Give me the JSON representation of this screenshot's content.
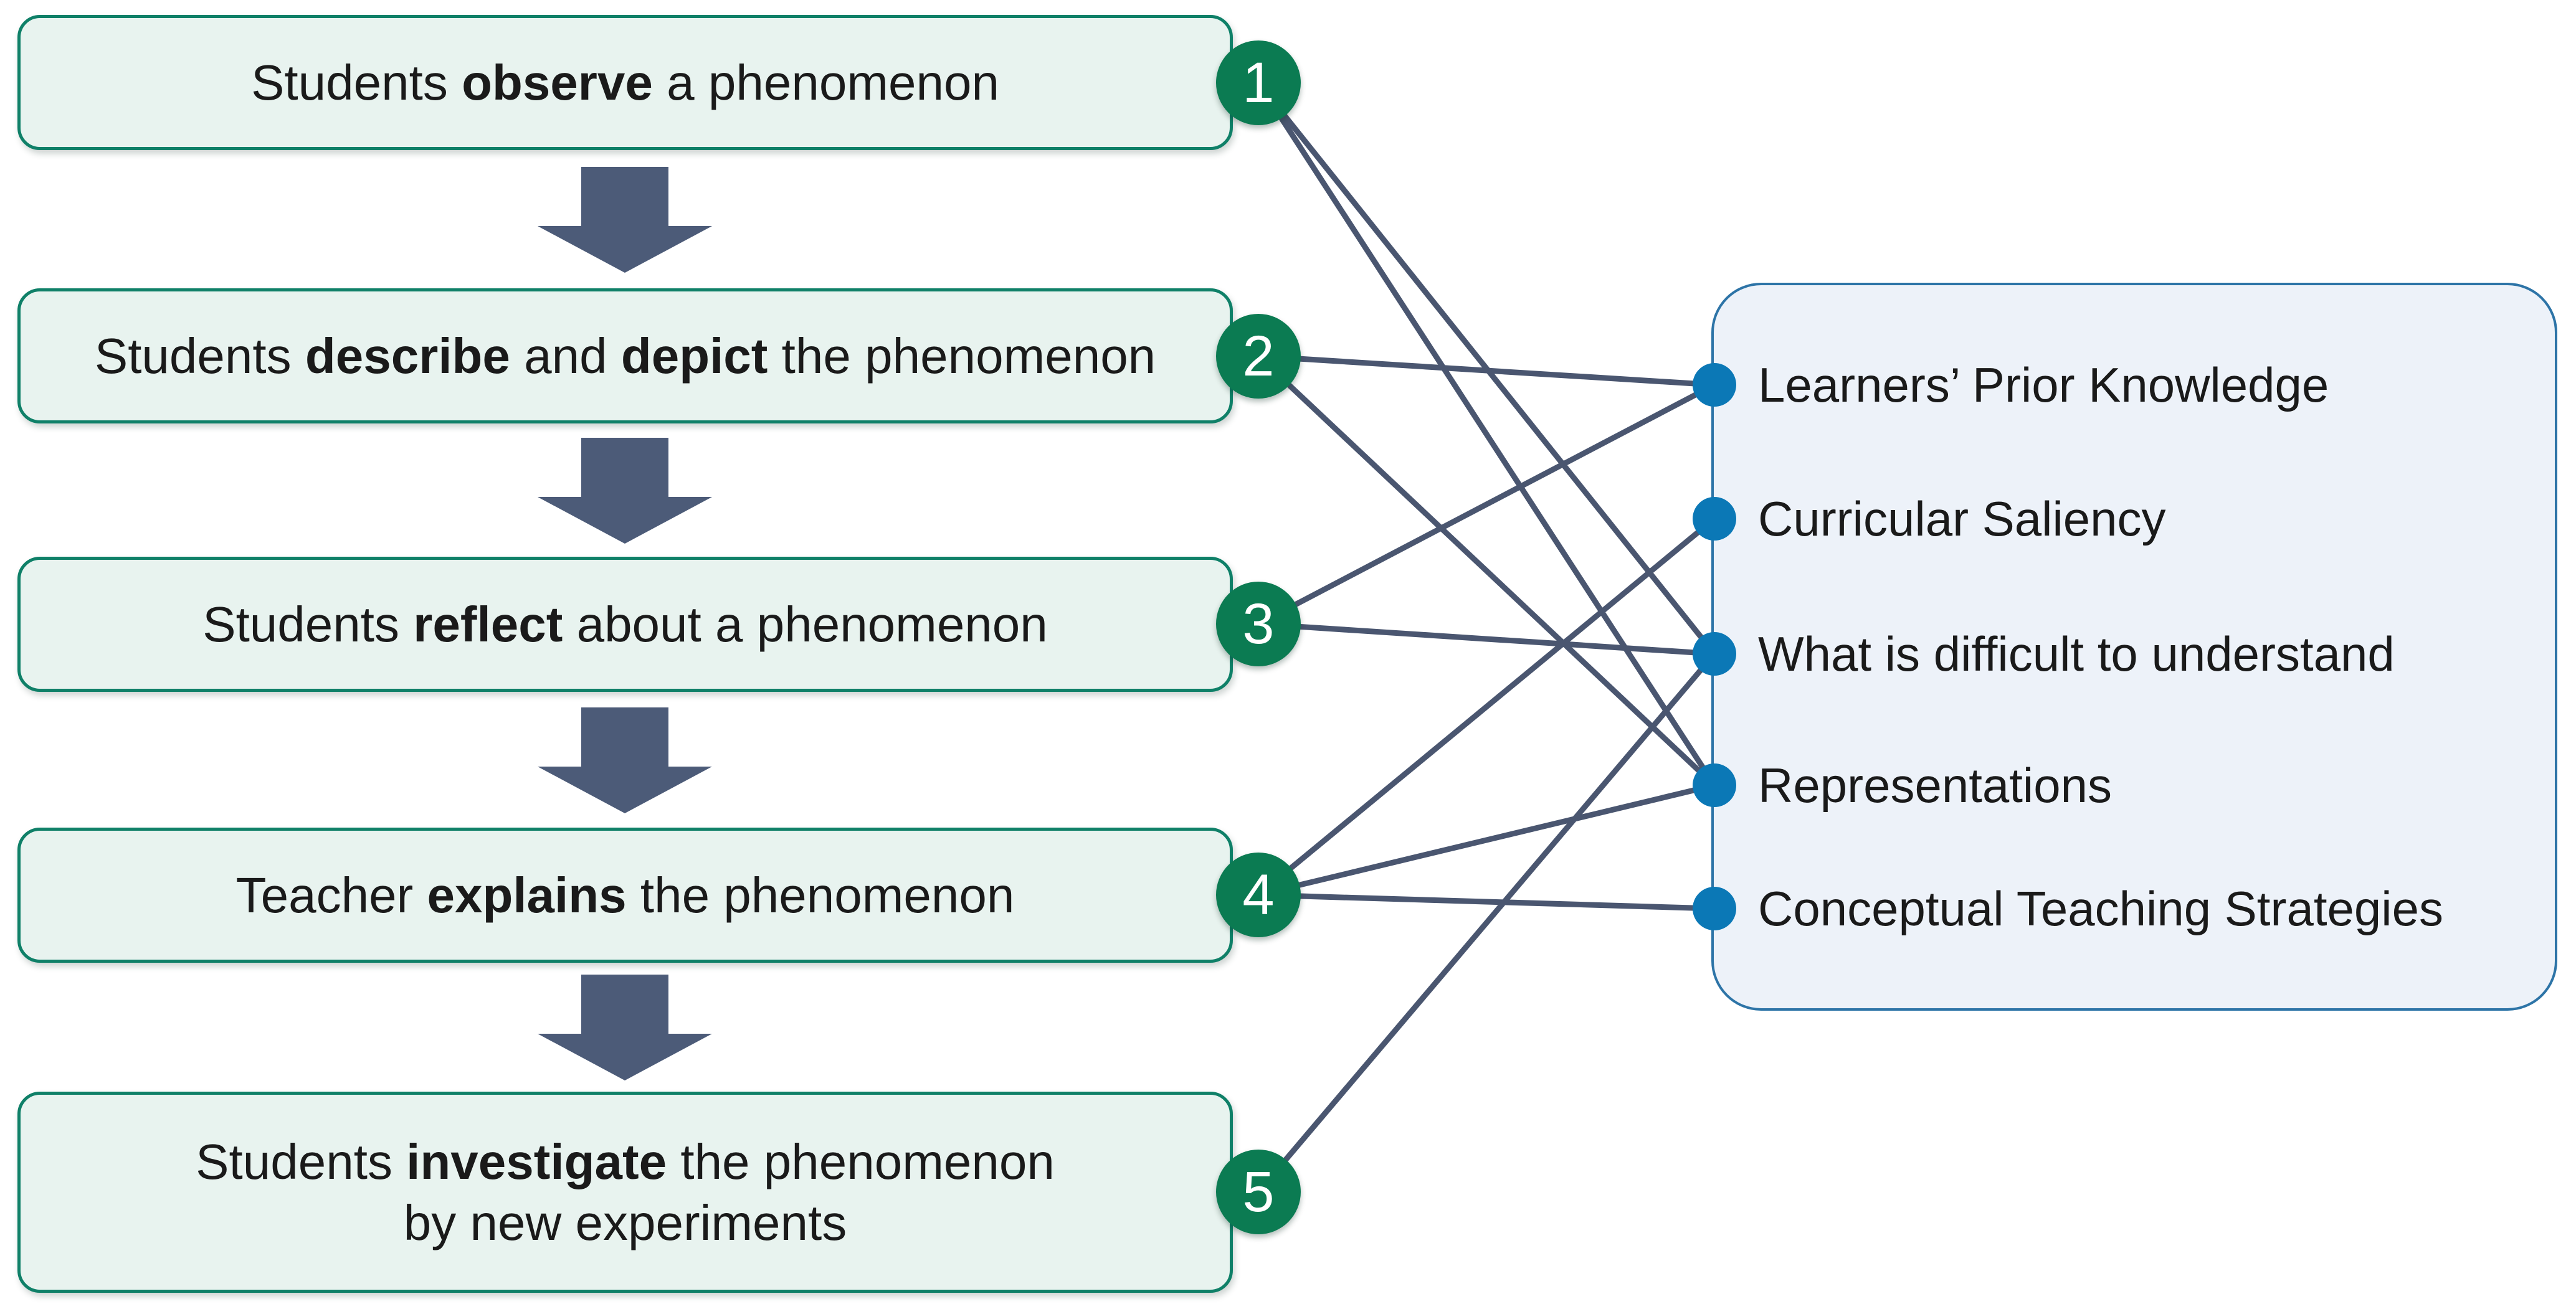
{
  "colors": {
    "green_border": "#0f8068",
    "green_fill": "#e8f3ef",
    "circle_green": "#0b7b52",
    "arrow_slate": "#4c5b78",
    "line_slate": "#4a5670",
    "blue_border": "#2d74a7",
    "blue_fill": "#edf2f9",
    "dot_blue": "#0b78b6",
    "text": "#1a1a1a"
  },
  "flow": {
    "steps": [
      {
        "number": "1",
        "segments": [
          {
            "text": "Students "
          },
          {
            "text": "observe",
            "bold": true
          },
          {
            "text": " a phenomenon"
          }
        ]
      },
      {
        "number": "2",
        "segments": [
          {
            "text": "Students "
          },
          {
            "text": "describe",
            "bold": true
          },
          {
            "text": " and "
          },
          {
            "text": "depict",
            "bold": true
          },
          {
            "text": " the phenomenon"
          }
        ]
      },
      {
        "number": "3",
        "segments": [
          {
            "text": "Students "
          },
          {
            "text": "reflect",
            "bold": true
          },
          {
            "text": " about a phenomenon"
          }
        ]
      },
      {
        "number": "4",
        "segments": [
          {
            "text": "Teacher "
          },
          {
            "text": "explains",
            "bold": true
          },
          {
            "text": " the phenomenon"
          }
        ]
      },
      {
        "number": "5",
        "segments": [
          {
            "text": "Students "
          },
          {
            "text": "investigate",
            "bold": true
          },
          {
            "text": " the phenomenon"
          },
          {
            "text": "by new experiments",
            "break": true
          }
        ]
      }
    ]
  },
  "pck": {
    "components": [
      {
        "id": "prior",
        "label": "Learners’ Prior Knowledge"
      },
      {
        "id": "curricular",
        "label": "Curricular Saliency"
      },
      {
        "id": "difficult",
        "label": "What is difficult to understand"
      },
      {
        "id": "representations",
        "label": "Representations"
      },
      {
        "id": "strategies",
        "label": "Conceptual Teaching Strategies"
      }
    ]
  },
  "connections": [
    {
      "from": "1",
      "to": "difficult"
    },
    {
      "from": "1",
      "to": "representations"
    },
    {
      "from": "2",
      "to": "prior"
    },
    {
      "from": "2",
      "to": "representations"
    },
    {
      "from": "3",
      "to": "prior"
    },
    {
      "from": "3",
      "to": "difficult"
    },
    {
      "from": "4",
      "to": "curricular"
    },
    {
      "from": "4",
      "to": "representations"
    },
    {
      "from": "4",
      "to": "strategies"
    },
    {
      "from": "5",
      "to": "difficult"
    }
  ]
}
